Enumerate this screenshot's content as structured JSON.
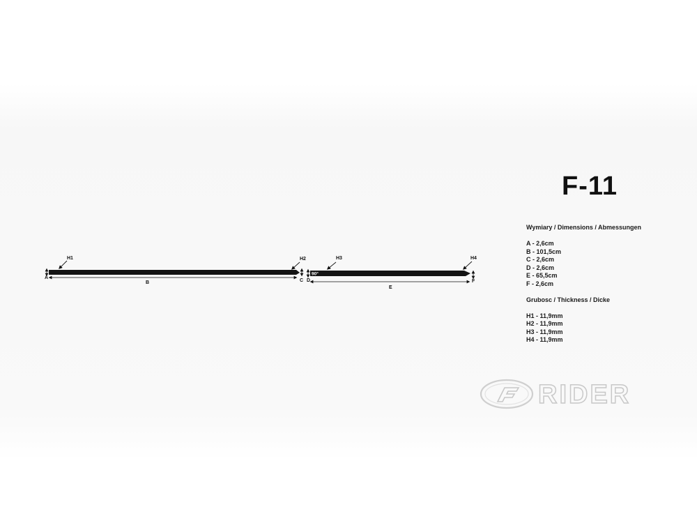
{
  "product": {
    "code": "F-11"
  },
  "dimensions": {
    "heading": "Wymiary / Dimensions / Abmessungen",
    "items": [
      "A - 2,6cm",
      "B - 101,5cm",
      "C - 2,6cm",
      "D - 2,6cm",
      "E - 65,5cm",
      "F - 2,6cm"
    ]
  },
  "thickness": {
    "heading": "Grubosc / Thickness / Dicke",
    "items": [
      "H1 - 11,9mm",
      "H2 - 11,9mm",
      "H3 - 11,9mm",
      "H4 - 11,9mm"
    ]
  },
  "drawing": {
    "labels": {
      "A": "A",
      "B": "B",
      "C": "C",
      "D": "D",
      "E": "E",
      "F": "F",
      "H1": "H1",
      "H2": "H2",
      "H3": "H3",
      "H4": "H4",
      "angle": "90°"
    }
  },
  "brand": {
    "logo_text": "RIDER"
  },
  "colors": {
    "strip": "#141414",
    "text": "#111111",
    "logo_outline": "#c8c8c8"
  }
}
